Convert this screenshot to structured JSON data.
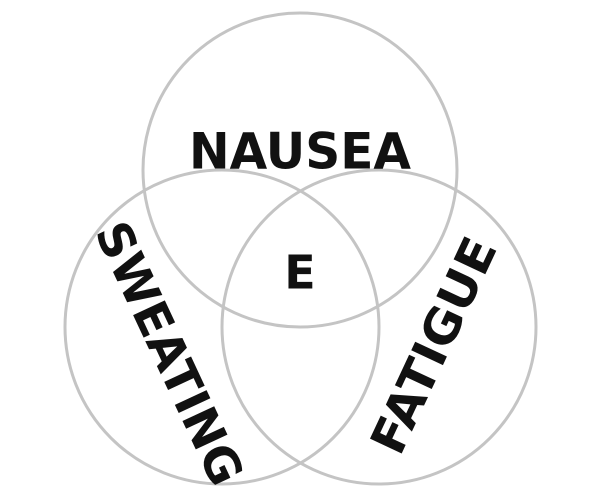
{
  "diagram": {
    "type": "venn",
    "sets": [
      {
        "id": "top",
        "label": "NAUSEA"
      },
      {
        "id": "left",
        "label": "SWEATING"
      },
      {
        "id": "right",
        "label": "FATIGUE"
      }
    ],
    "center_label": "E",
    "colors": {
      "circle_stroke": "#c4c4c4",
      "text": "#111111",
      "background": "#ffffff"
    }
  }
}
